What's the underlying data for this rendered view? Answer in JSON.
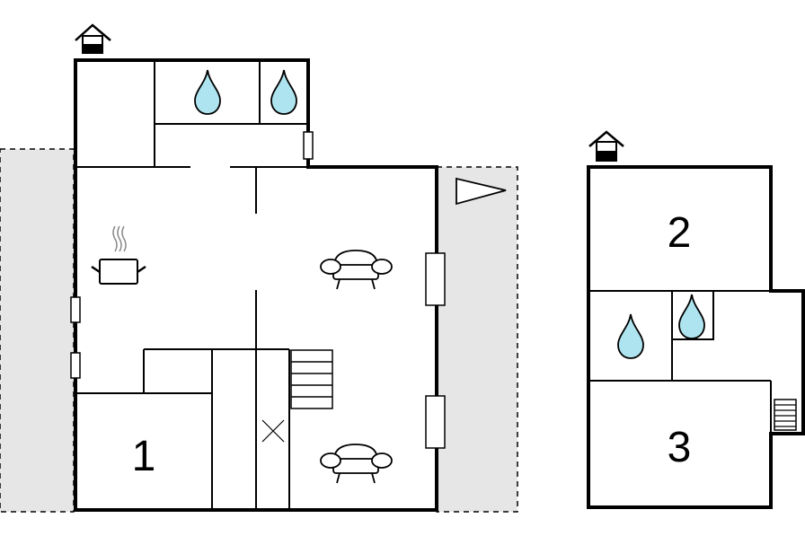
{
  "rooms": {
    "bedroom_1": "1",
    "bedroom_2": "2",
    "bedroom_3": "3"
  },
  "icons": {
    "entrance": "house-entrance-icon",
    "water": "water-drop-icon",
    "kitchen": "cooking-pot-icon",
    "sofa": "sofa-icon",
    "stairs": "stairs-icon",
    "north": "direction-arrow-icon"
  },
  "colors": {
    "terrace": "#e6e6e6",
    "water": "#aee4ef",
    "wall": "#000000"
  }
}
